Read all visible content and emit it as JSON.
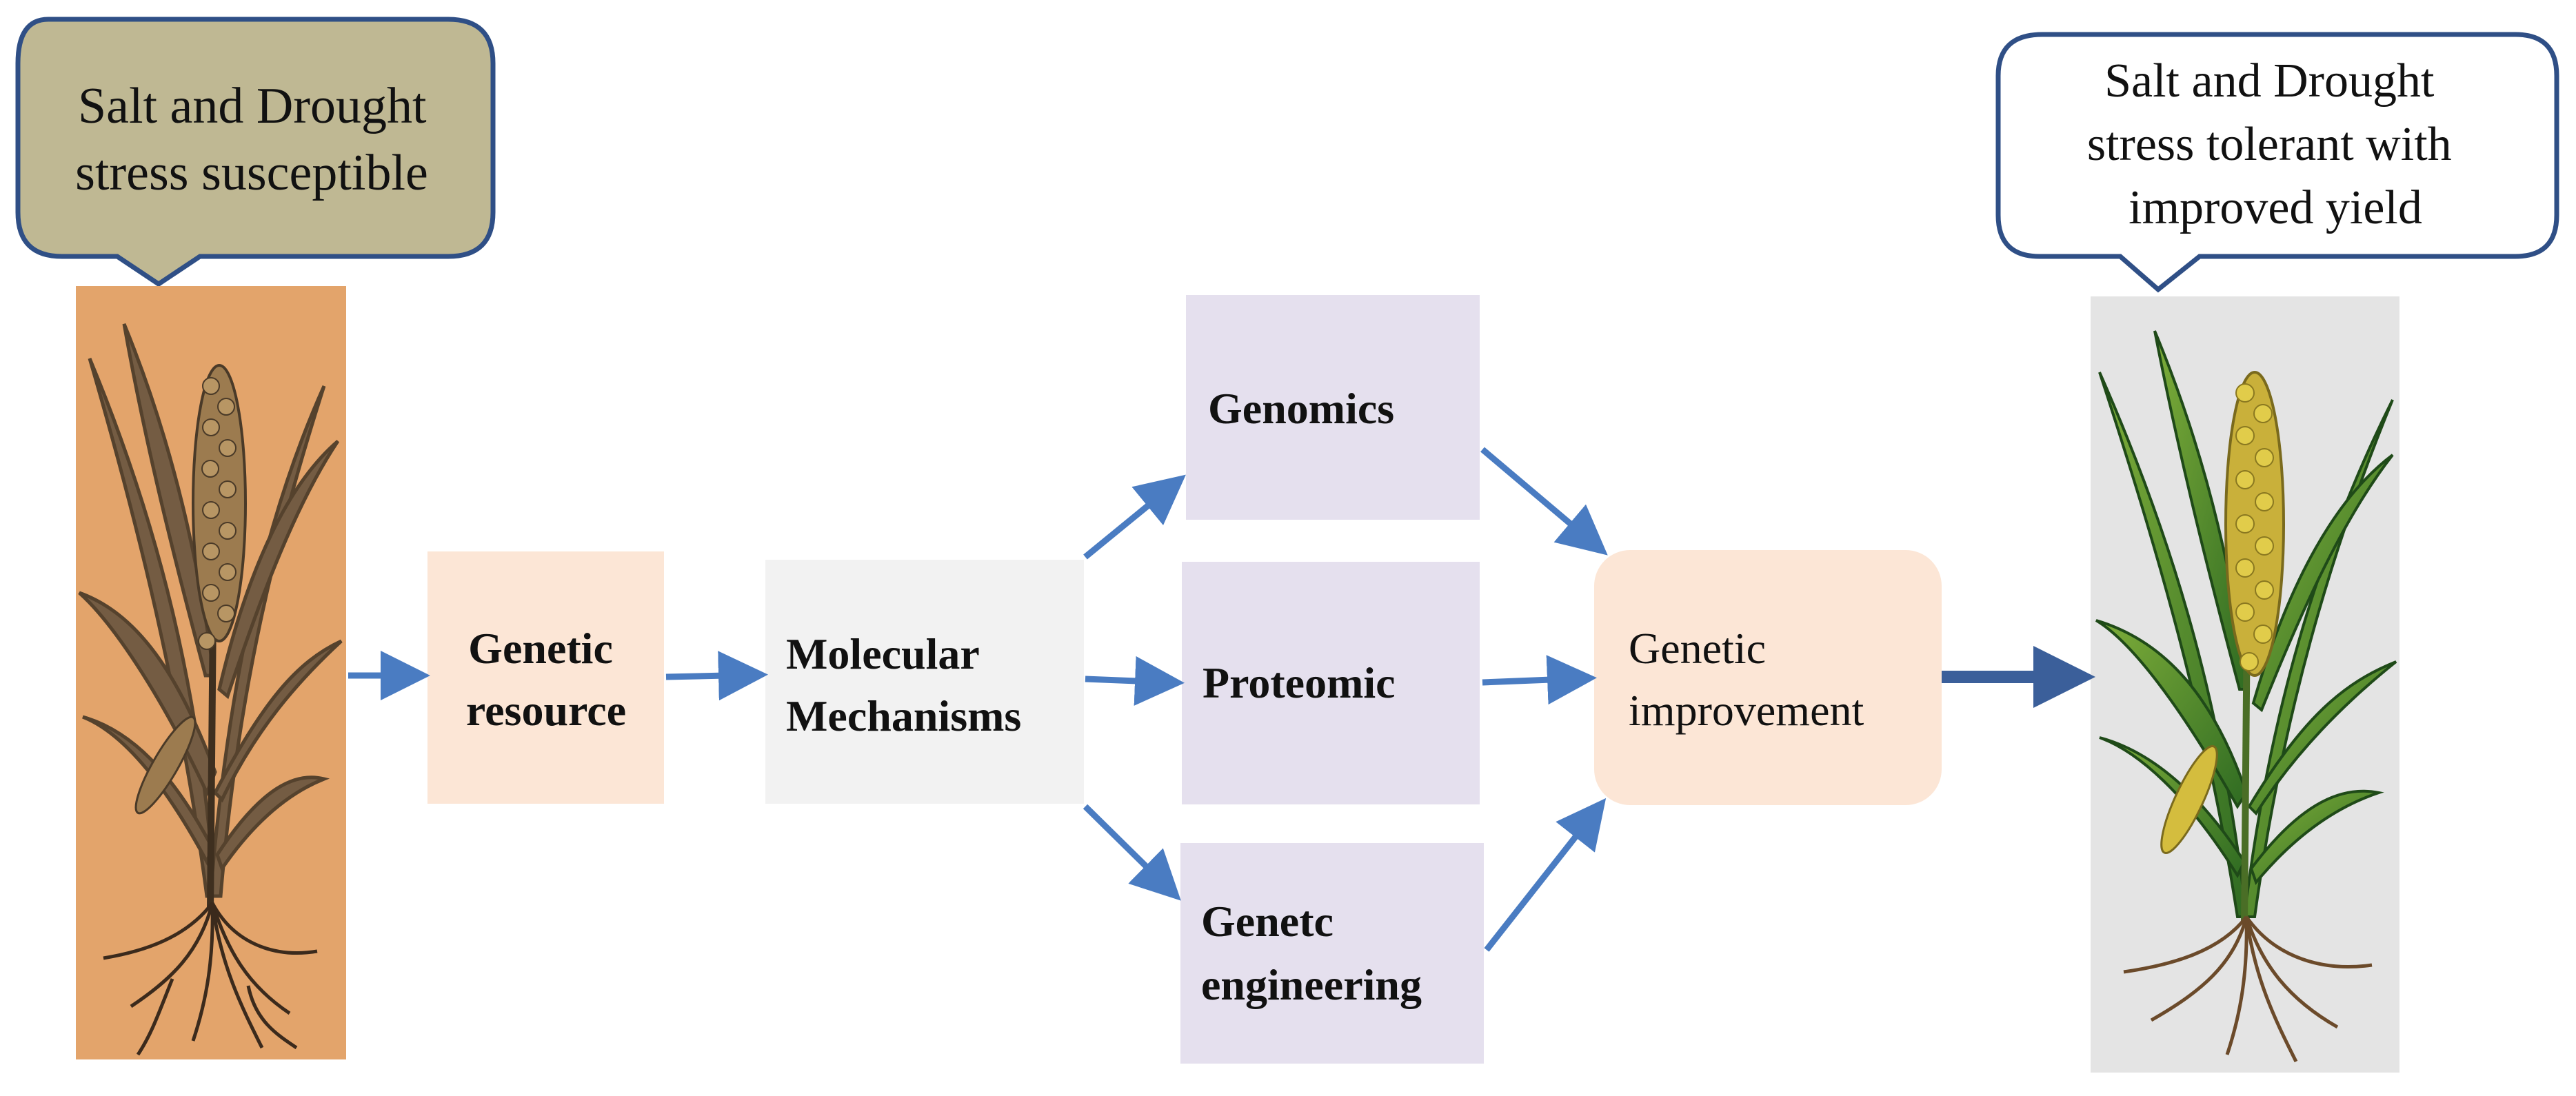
{
  "callouts": {
    "left": {
      "lines": [
        "Salt and Drought",
        "stress susceptible"
      ],
      "fill": "#bfb893",
      "stroke": "#2f4f86"
    },
    "right": {
      "lines": [
        "Salt and Drought",
        "stress tolerant with",
        "improved yield"
      ],
      "fill": "#ffffff",
      "stroke": "#2f4f86"
    }
  },
  "images": {
    "left_plant": {
      "background": "#e3a46b",
      "tone": "sepia"
    },
    "right_plant": {
      "background": "#e4e4e4",
      "tone": "color"
    }
  },
  "boxes": {
    "genetic_resource": {
      "lines": [
        "Genetic",
        "resource"
      ],
      "fill": "#fce6d6"
    },
    "molecular_mechanisms": {
      "lines": [
        "Molecular",
        "Mechanisms"
      ],
      "fill": "#f2f2f2"
    },
    "genomics": {
      "lines": [
        "Genomics"
      ],
      "fill": "#e5e0ee"
    },
    "proteomic": {
      "lines": [
        "Proteomic"
      ],
      "fill": "#e5e0ee"
    },
    "genetc_engineering": {
      "lines": [
        "Genetc",
        "engineering"
      ],
      "fill": "#e5e0ee"
    },
    "genetic_improvement": {
      "lines": [
        "Genetic",
        "improvement"
      ],
      "fill": "#fce6d6"
    }
  },
  "colors": {
    "arrow": "#4a7cc2",
    "arrow_dark": "#3b5f9a"
  }
}
